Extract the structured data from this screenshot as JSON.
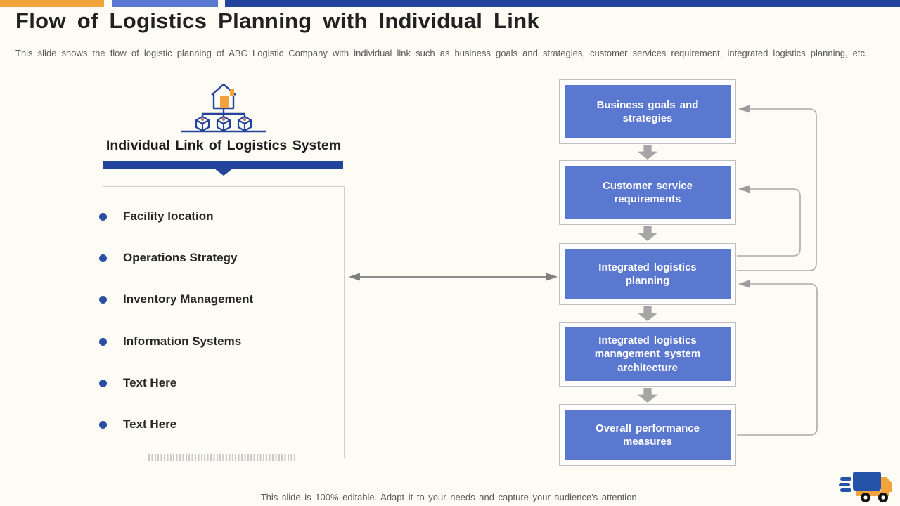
{
  "header": {
    "title": "Flow of Logistics Planning with Individual Link",
    "subtitle": "This slide shows the flow of logistic planning of ABC Logistic Company with individual link such as business goals and strategies, customer services requirement, integrated logistics planning, etc."
  },
  "left_panel": {
    "icon": "logistics-network-icon",
    "heading": "Individual Link of Logistics System",
    "items": [
      "Facility location",
      "Operations Strategy",
      "Inventory Management",
      "Information Systems",
      "Text Here",
      "Text Here"
    ]
  },
  "flow": {
    "boxes": [
      "Business goals and strategies",
      "Customer service requirements",
      "Integrated logistics planning",
      "Integrated logistics management system architecture",
      "Overall performance measures"
    ]
  },
  "footer": {
    "note": "This slide is 100% editable. Adapt it to your needs and capture your audience's attention."
  },
  "colors": {
    "accent_orange": "#f2a33c",
    "accent_blue": "#5b78d1",
    "accent_navy": "#24439b",
    "box_fill": "#5b78d1",
    "connector_gray": "#ababab",
    "background": "#fcfbf4"
  }
}
